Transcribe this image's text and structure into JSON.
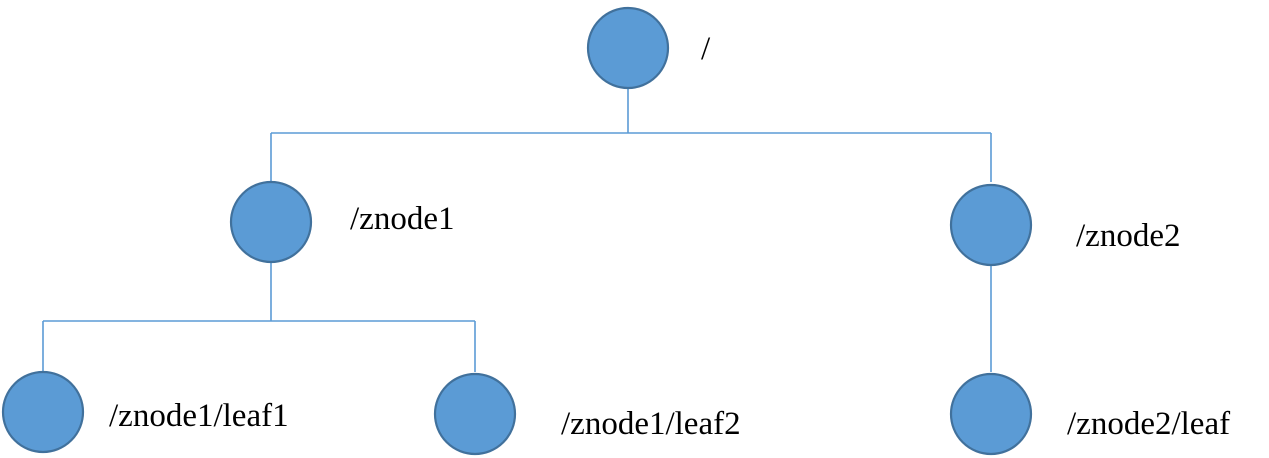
{
  "colors": {
    "node_fill": "#5B9BD5",
    "node_stroke": "#41719C",
    "edge": "#5B9BD5",
    "label": "#000000"
  },
  "nodes": {
    "root": {
      "label": "/"
    },
    "znode1": {
      "label": "/znode1"
    },
    "znode2": {
      "label": "/znode2"
    },
    "leaf1": {
      "label": "/znode1/leaf1"
    },
    "leaf2": {
      "label": "/znode1/leaf2"
    },
    "znode2_leaf": {
      "label": "/znode2/leaf"
    }
  }
}
